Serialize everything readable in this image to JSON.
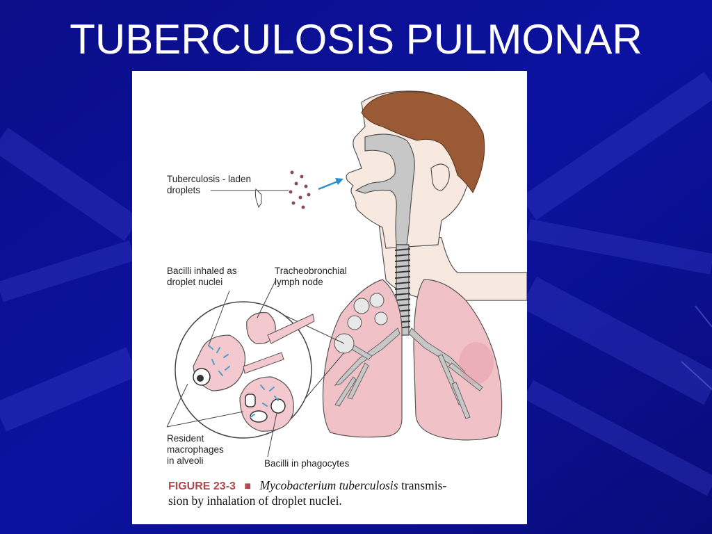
{
  "slide": {
    "title": "TUBERCULOSIS PULMONAR",
    "background_color": "#0b0f8f"
  },
  "figure": {
    "labels": {
      "droplets_line1": "Tuberculosis - laden",
      "droplets_line2": "droplets",
      "bacilli_inhaled_line1": "Bacilli inhaled as",
      "bacilli_inhaled_line2": "droplet nuclei",
      "lymph_line1": "Tracheobronchial",
      "lymph_line2": "lymph node",
      "resident_line1": "Resident",
      "resident_line2": "macrophages",
      "resident_line3": "in alveoli",
      "phagocytes": "Bacilli in phagocytes"
    },
    "caption": {
      "figure_number": "FIGURE 23-3",
      "bullet": "■",
      "italic_part": "Mycobacterium tuberculosis",
      "line1_rest": " transmis-",
      "line2": "sion by inhalation of droplet nuclei."
    },
    "colors": {
      "hair": "#9a5a35",
      "skin": "#f7e9e0",
      "airway": "#c7c7c7",
      "lung": "#f0c2c8",
      "arrow": "#2a8fd0",
      "bacilli": "#4aa0c8",
      "caption_number": "#b0484c"
    }
  }
}
